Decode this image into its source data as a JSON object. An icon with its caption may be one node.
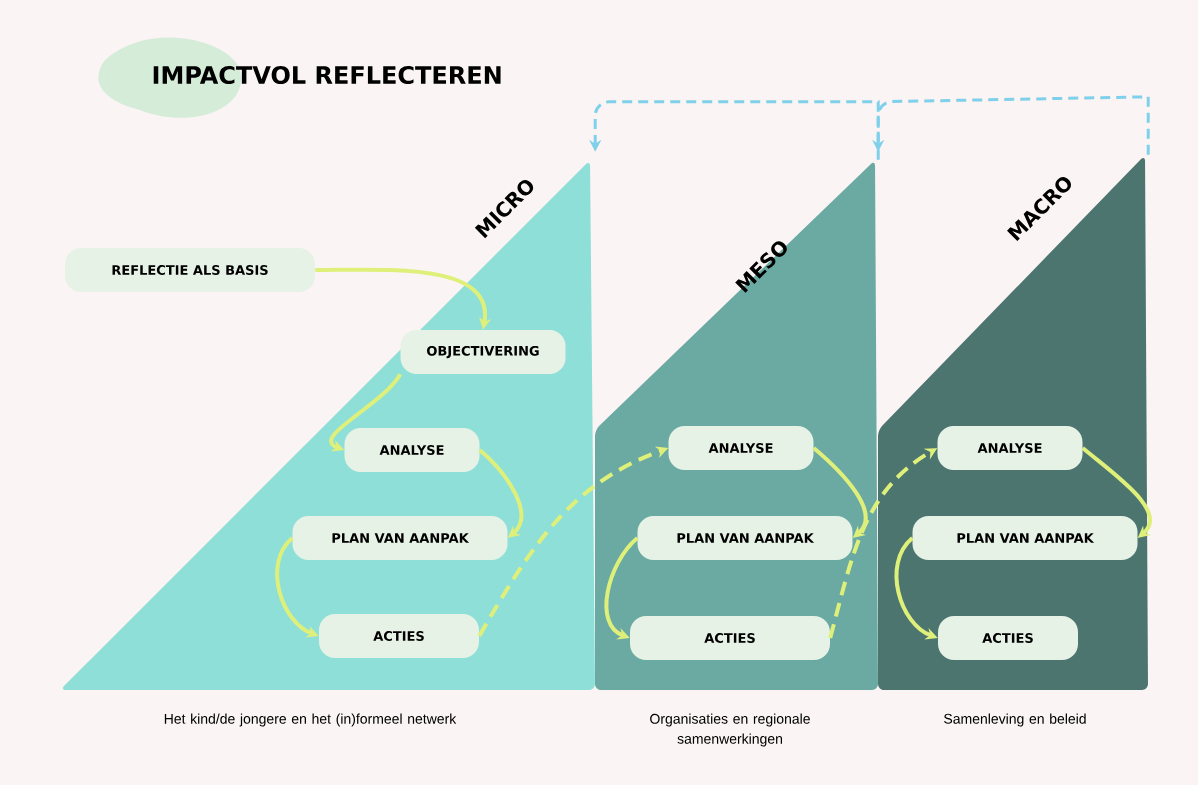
{
  "diagram": {
    "title": "IMPACTVOL REFLECTEREN",
    "nodes": [
      {
        "text": [
          "MICRO"
        ],
        "beside": [
          "Het kind/de jongere en het (in)formeel netwerk"
        ]
      },
      {
        "text": [
          "REFLECTIE ALS BASIS"
        ]
      },
      {
        "text": [
          "OBJECTIVERING"
        ],
        "in": 0
      },
      {
        "text": [
          "ANALYSE"
        ],
        "in": 0
      },
      {
        "text": [
          "PLAN VAN AANPAK"
        ],
        "in": 0
      },
      {
        "text": [
          "ACTIES"
        ],
        "in": 0
      },
      {
        "text": [
          "MESO"
        ],
        "beside": [
          "Organisaties en regionale samenwerkingen"
        ]
      },
      {
        "text": [
          "ANALYSE"
        ],
        "in": 6
      },
      {
        "text": [
          "PLAN VAN AANPAK"
        ],
        "in": 6
      },
      {
        "text": [
          "ACTIES"
        ],
        "in": 6
      },
      {
        "text": [
          "MACRO"
        ],
        "beside": [
          "Samenleving en beleid"
        ]
      },
      {
        "text": [
          "ANALYSE"
        ],
        "in": 10
      },
      {
        "text": [
          "PLAN VAN AANPAK"
        ],
        "in": 10
      },
      {
        "text": [
          "ACTIES"
        ],
        "in": 10
      }
    ],
    "edges": [
      {
        "from": 1,
        "to": 2,
        "arrow": "to"
      },
      {
        "from": 2,
        "to": 3,
        "arrow": "to"
      },
      {
        "from": 3,
        "to": 4,
        "arrow": "to"
      },
      {
        "from": 4,
        "to": 5,
        "arrow": "to"
      },
      {
        "from": 5,
        "to": 7,
        "arrow": "to",
        "style": "dashed"
      },
      {
        "from": 7,
        "to": 8,
        "arrow": "to"
      },
      {
        "from": 8,
        "to": 9,
        "arrow": "to"
      },
      {
        "from": 9,
        "to": 11,
        "arrow": "to",
        "style": "dashed"
      },
      {
        "from": 11,
        "to": 12,
        "arrow": "to"
      },
      {
        "from": 12,
        "to": 13,
        "arrow": "to"
      },
      {
        "from": 6,
        "to": 0,
        "arrow": "to",
        "style": "dashed",
        "color": "#7fd0ea"
      },
      {
        "from": 10,
        "to": 6,
        "arrow": "to",
        "style": "dashed",
        "color": "#7fd0ea"
      }
    ]
  }
}
